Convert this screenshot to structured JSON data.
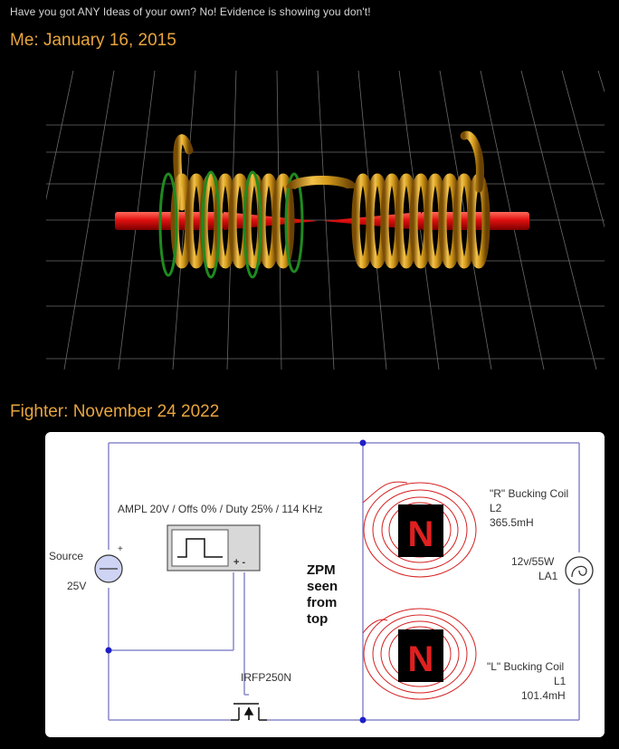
{
  "post": {
    "intro": "Have you got ANY Ideas of your own? No! Evidence is showing you don't!",
    "heading_me": "Me: January 16, 2015",
    "heading_fighter": "Fighter: November 24 2022"
  },
  "colors": {
    "heading": "#e8a53d",
    "text": "#d6d6d6",
    "background": "#000000",
    "coil": "#d39a1b",
    "rod": "#e01010",
    "wire": "#8888cc",
    "magnet_text": "#e02020"
  },
  "circuit": {
    "pulse_label": "AMPL 20V / Offs 0% / Duty 25% / 114 KHz",
    "source_label": "Source",
    "source_voltage": "25V",
    "plus_sign": "+",
    "gen_terminals": "+ -",
    "zpm_line1": "ZPM",
    "zpm_line2": "seen",
    "zpm_line3": "from",
    "zpm_line4": "top",
    "transistor": "IRFP250N",
    "coil_r_title": "\"R\" Bucking Coil",
    "coil_r_name": "L2",
    "coil_r_value": "365.5mH",
    "lamp_rating": "12v/55W",
    "lamp_name": "LA1",
    "coil_l_title": "\"L\" Bucking Coil",
    "coil_l_name": "L1",
    "coil_l_value": "101.4mH",
    "magnet_top": "N",
    "magnet_bottom": "N"
  }
}
